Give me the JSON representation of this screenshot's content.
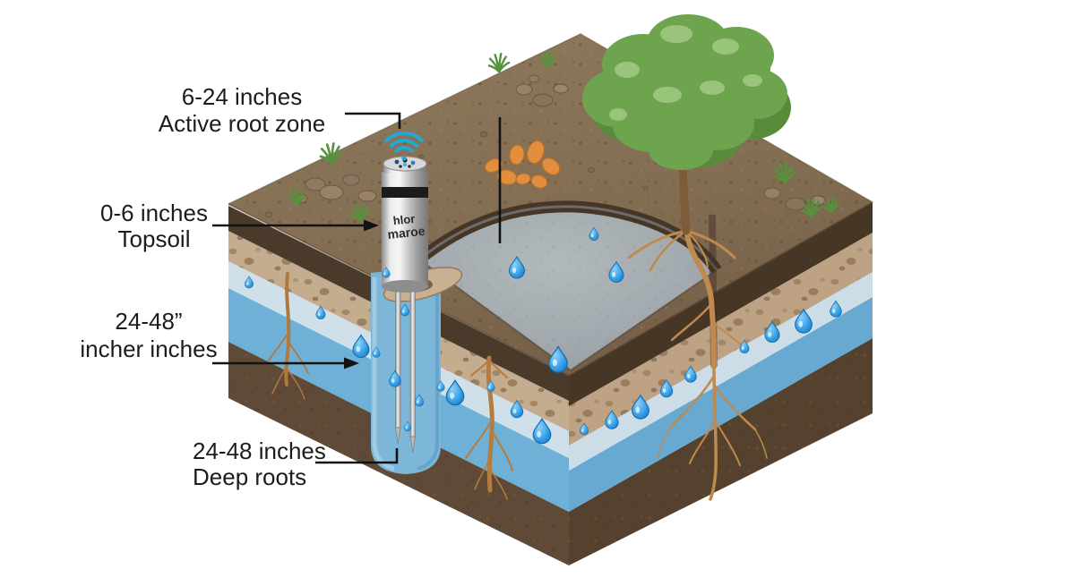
{
  "scene": {
    "background_color": "#ffffff",
    "annotations": {
      "active_root_zone": {
        "line1": "6-24 inches",
        "line2": "Active root zone"
      },
      "topsoil": {
        "line1": "0-6 inches",
        "line2": "Topsoil"
      },
      "moisture_depth": {
        "line1": "24-48”",
        "line2": "incher inches"
      },
      "deep_roots": {
        "line1": "24-48 inches",
        "line2": "Deep roots"
      }
    },
    "sensor": {
      "label_line1": "hlor",
      "label_line2": "maroe",
      "status_icon": "wifi-icon"
    },
    "icons": {
      "wifi": "wifi-icon",
      "droplet": "water-droplet-icon"
    },
    "colors": {
      "wifi_teal": "#1fa9d6",
      "droplet_blue": "#2f9ce4",
      "water_layer": "#6fb0d6",
      "pale_water_layer": "#cfe0ea",
      "topsoil_dark_band": "#4a3a2b",
      "gravel_layer": "#c4ad8e",
      "surface_brown": "#8a7156",
      "subsoil_brown": "#5e4a36",
      "basin_gray": "#a0a7ab",
      "root_orange": "#c08a4e",
      "foliage_green": "#6fa44f",
      "label_text": "#1c1c1c"
    }
  }
}
